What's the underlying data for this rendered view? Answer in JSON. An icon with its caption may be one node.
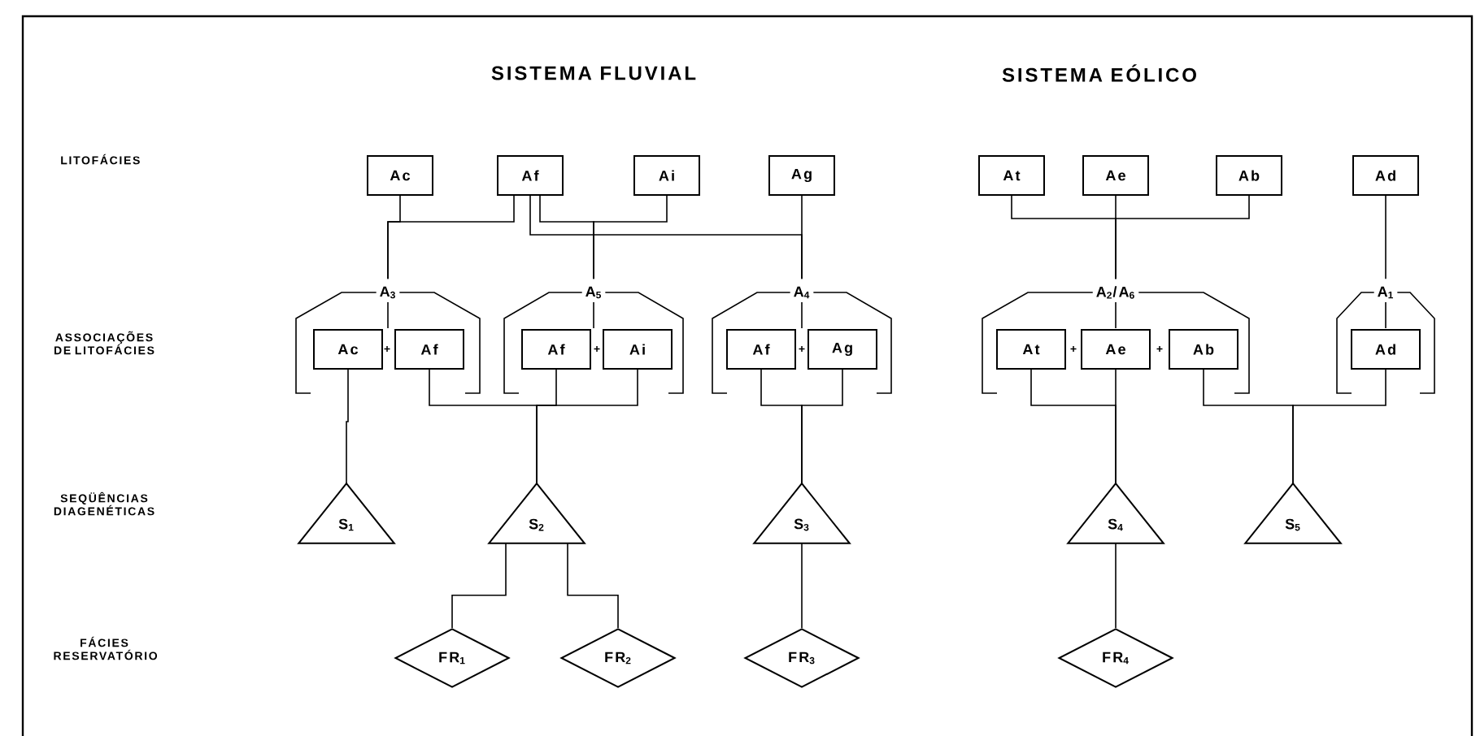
{
  "diagram": {
    "nodes": [
      {
        "text": [
          "Ac"
        ]
      },
      {
        "text": [
          "Af"
        ]
      },
      {
        "text": [
          "Ai"
        ]
      },
      {
        "text": [
          "Ag"
        ]
      },
      {
        "text": [
          "At"
        ]
      },
      {
        "text": [
          "Ae"
        ]
      },
      {
        "text": [
          "Ab"
        ]
      },
      {
        "text": [
          "Ad"
        ]
      },
      {
        "text": [
          "A$_{3}$"
        ]
      },
      {
        "text": [
          "Ac"
        ],
        "in": 8
      },
      {
        "text": [
          "Af"
        ],
        "in": 8
      },
      {
        "text": [
          "A$_{5}$"
        ]
      },
      {
        "text": [
          "Af"
        ],
        "in": 11
      },
      {
        "text": [
          "Ai"
        ],
        "in": 11
      },
      {
        "text": [
          "A$_{4}$"
        ]
      },
      {
        "text": [
          "Af"
        ],
        "in": 14
      },
      {
        "text": [
          "Ag"
        ],
        "in": 14
      },
      {
        "text": [
          "A$_{2}$/A$_{6}$"
        ]
      },
      {
        "text": [
          "At"
        ],
        "in": 17
      },
      {
        "text": [
          "Ae"
        ],
        "in": 17
      },
      {
        "text": [
          "Ab"
        ],
        "in": 17
      },
      {
        "text": [
          "A$_{1}$"
        ]
      },
      {
        "text": [
          "Ad"
        ],
        "in": 21
      },
      {
        "text": [
          "S$_{1}$"
        ]
      },
      {
        "text": [
          "S$_{2}$"
        ]
      },
      {
        "text": [
          "S$_{3}$"
        ]
      },
      {
        "text": [
          "S$_{4}$"
        ]
      },
      {
        "text": [
          "S$_{5}$"
        ]
      },
      {
        "text": [
          "FR$_{1}$"
        ]
      },
      {
        "text": [
          "FR$_{2}$"
        ]
      },
      {
        "text": [
          "FR$_{3}$"
        ]
      },
      {
        "text": [
          "FR$_{4}$"
        ]
      }
    ],
    "edges": [
      {
        "from": 0,
        "to": 8,
        "arrow": "none"
      },
      {
        "from": 1,
        "to": 8,
        "arrow": "none"
      },
      {
        "from": 1,
        "to": 11,
        "arrow": "none"
      },
      {
        "from": 2,
        "to": 11,
        "arrow": "none"
      },
      {
        "from": 1,
        "to": 14,
        "arrow": "none"
      },
      {
        "from": 3,
        "to": 14,
        "arrow": "none"
      },
      {
        "from": 4,
        "to": 17,
        "arrow": "none"
      },
      {
        "from": 5,
        "to": 17,
        "arrow": "none"
      },
      {
        "from": 6,
        "to": 17,
        "arrow": "none"
      },
      {
        "from": 7,
        "to": 21,
        "arrow": "none"
      },
      {
        "from": 9,
        "to": 23,
        "arrow": "none"
      },
      {
        "from": 10,
        "to": 24,
        "arrow": "none"
      },
      {
        "from": 12,
        "to": 24,
        "arrow": "none"
      },
      {
        "from": 13,
        "to": 24,
        "arrow": "none"
      },
      {
        "from": 15,
        "to": 25,
        "arrow": "none"
      },
      {
        "from": 16,
        "to": 25,
        "arrow": "none"
      },
      {
        "from": 18,
        "to": 26,
        "arrow": "none"
      },
      {
        "from": 19,
        "to": 26,
        "arrow": "none"
      },
      {
        "from": 20,
        "to": 27,
        "arrow": "none"
      },
      {
        "from": 22,
        "to": 27,
        "arrow": "none"
      },
      {
        "from": 24,
        "to": 28,
        "arrow": "none"
      },
      {
        "from": 24,
        "to": 29,
        "arrow": "none"
      },
      {
        "from": 25,
        "to": 30,
        "arrow": "none"
      },
      {
        "from": 26,
        "to": 31,
        "arrow": "none"
      }
    ],
    "labels": [
      "SISTEMA FLUVIAL",
      "SISTEMA EÓLICO",
      "LITOFÁCIES",
      "ASSOCIAÇÕES DE LITOFÁCIES",
      "+",
      "+",
      "+",
      "+",
      "+",
      "SEQÜÊNCIAS DIAGENÉTICAS",
      "FÁCIES RESERVATÓRIO"
    ]
  }
}
